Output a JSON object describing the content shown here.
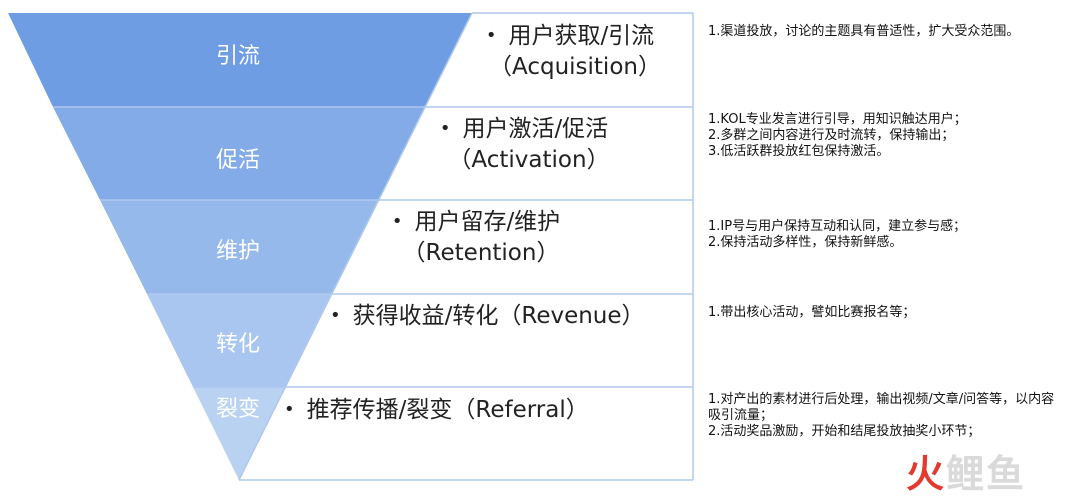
{
  "colors": {
    "stage_fills": [
      "#6f9de3",
      "#82abe7",
      "#95b9eb",
      "#a8c6ef",
      "#b9d2f2"
    ],
    "border": "#aec8ee",
    "watermark_red": "#e23a2f",
    "watermark_gray": "#dadada"
  },
  "stages": [
    {
      "label": "引流",
      "title_cn": "用户获取/引流",
      "title_en": "（Acquisition）",
      "bullet": "•",
      "desc": [
        "1.渠道投放，讨论的主题具有普适性，扩大受众范围。"
      ]
    },
    {
      "label": "促活",
      "title_cn": "用户激活/促活",
      "title_en": "（Activation）",
      "bullet": "•",
      "desc": [
        "1.KOL专业发言进行引导，用知识触达用户；",
        "2.多群之间内容进行及时流转，保持输出；",
        "3.低活跃群投放红包保持激活。"
      ]
    },
    {
      "label": "维护",
      "title_cn": "用户留存/维护",
      "title_en": "（Retention）",
      "bullet": "•",
      "desc": [
        "1.IP号与用户保持互动和认同，建立参与感；",
        "2.保持活动多样性，保持新鲜感。"
      ]
    },
    {
      "label": "转化",
      "title_cn": "获得收益/转化（Revenue）",
      "title_en": "",
      "bullet": "•",
      "desc": [
        "1.带出核心活动，譬如比赛报名等；"
      ]
    },
    {
      "label": "裂变",
      "title_cn": "推荐传播/裂变（Referral）",
      "title_en": "",
      "bullet": "•",
      "desc": [
        "1.对产出的素材进行后处理，输出视频/文章/问答等，以内容吸引流量；",
        "2.活动奖品激励，开始和结尾投放抽奖小环节；"
      ]
    }
  ],
  "watermark": {
    "part1": "火",
    "part2": "鲤鱼"
  }
}
